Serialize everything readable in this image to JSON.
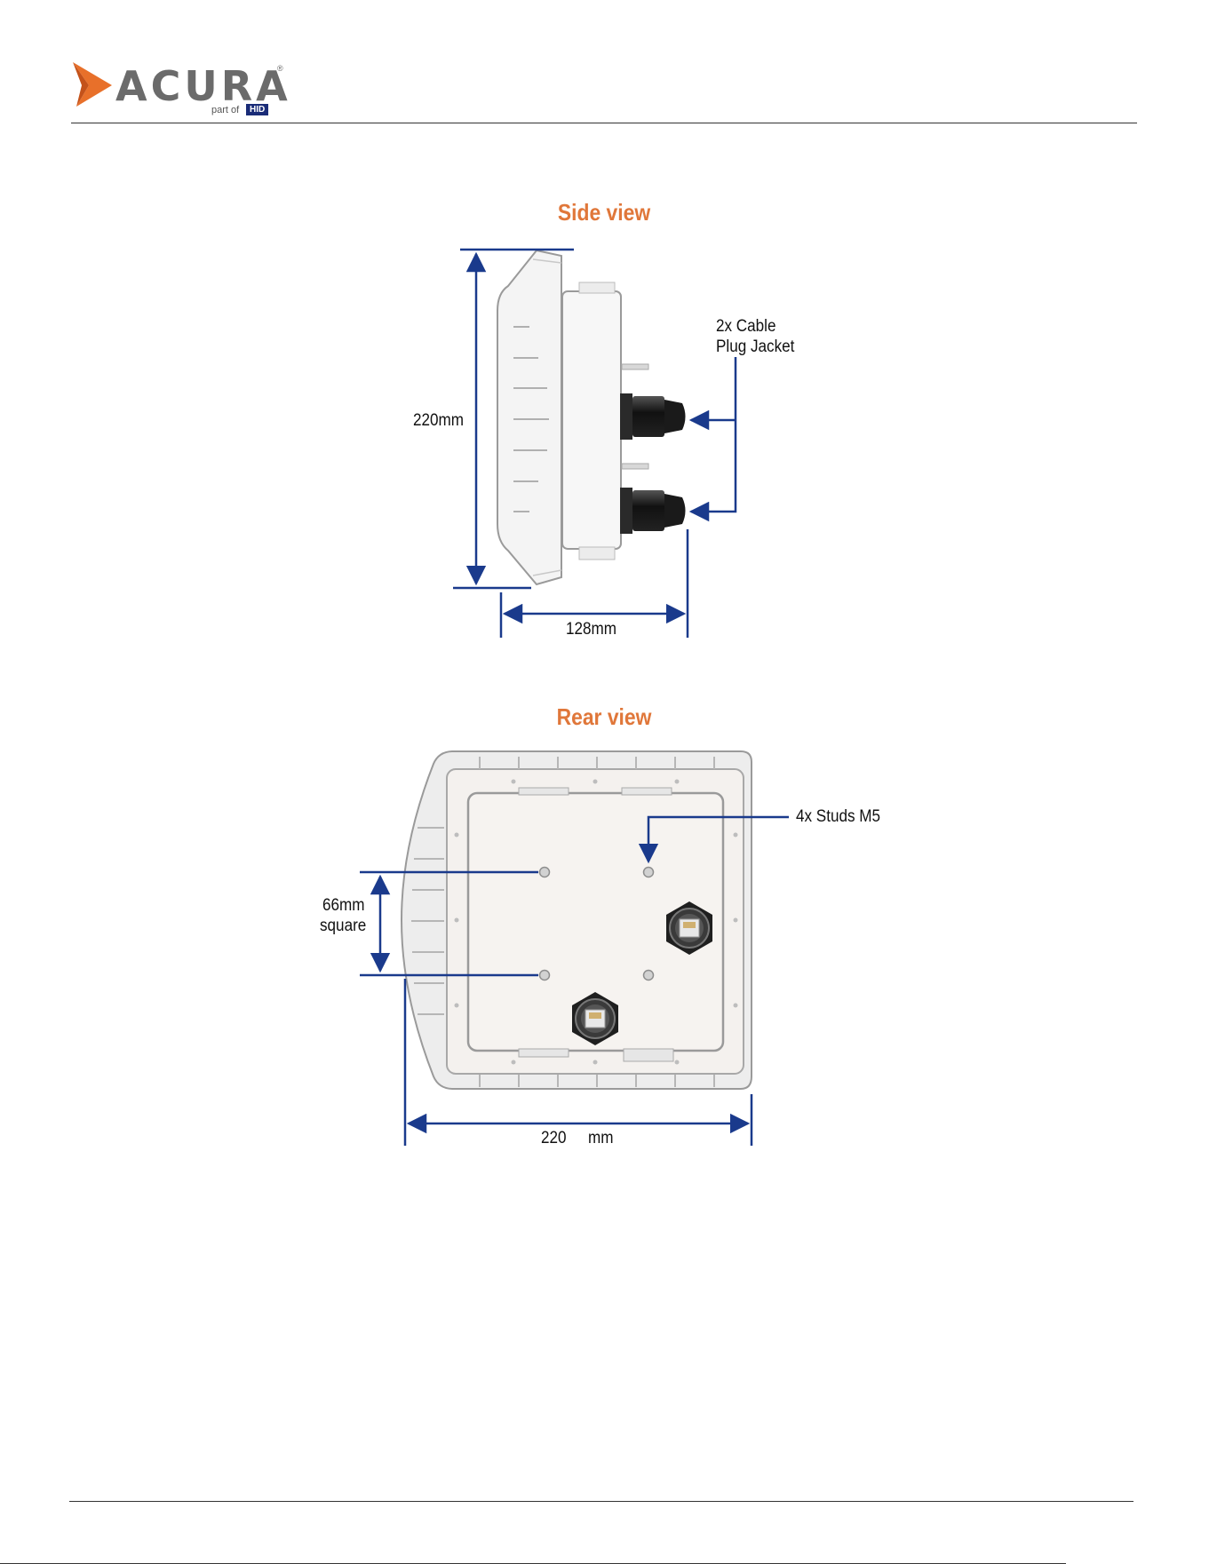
{
  "header": {
    "logo_text": "ACURA",
    "logo_registered": "®",
    "logo_sub_prefix": "part of",
    "logo_sub_brand": "HID"
  },
  "side_view": {
    "title": "Side view",
    "height_label": "220mm",
    "depth_label": "128mm",
    "cable_label_line1": "2x Cable",
    "cable_label_line2": "Plug Jacket"
  },
  "rear_view": {
    "title": "Rear view",
    "studs_label": "4x Studs M5",
    "square_label_line1": "66mm",
    "square_label_line2": "square",
    "width_label_number": "220",
    "width_label_unit": "mm"
  },
  "colors": {
    "accent": "#e0773a",
    "dimension_line": "#1a3a8c",
    "logo_gray": "#6b6b6b",
    "hid_blue": "#1a2c78"
  }
}
